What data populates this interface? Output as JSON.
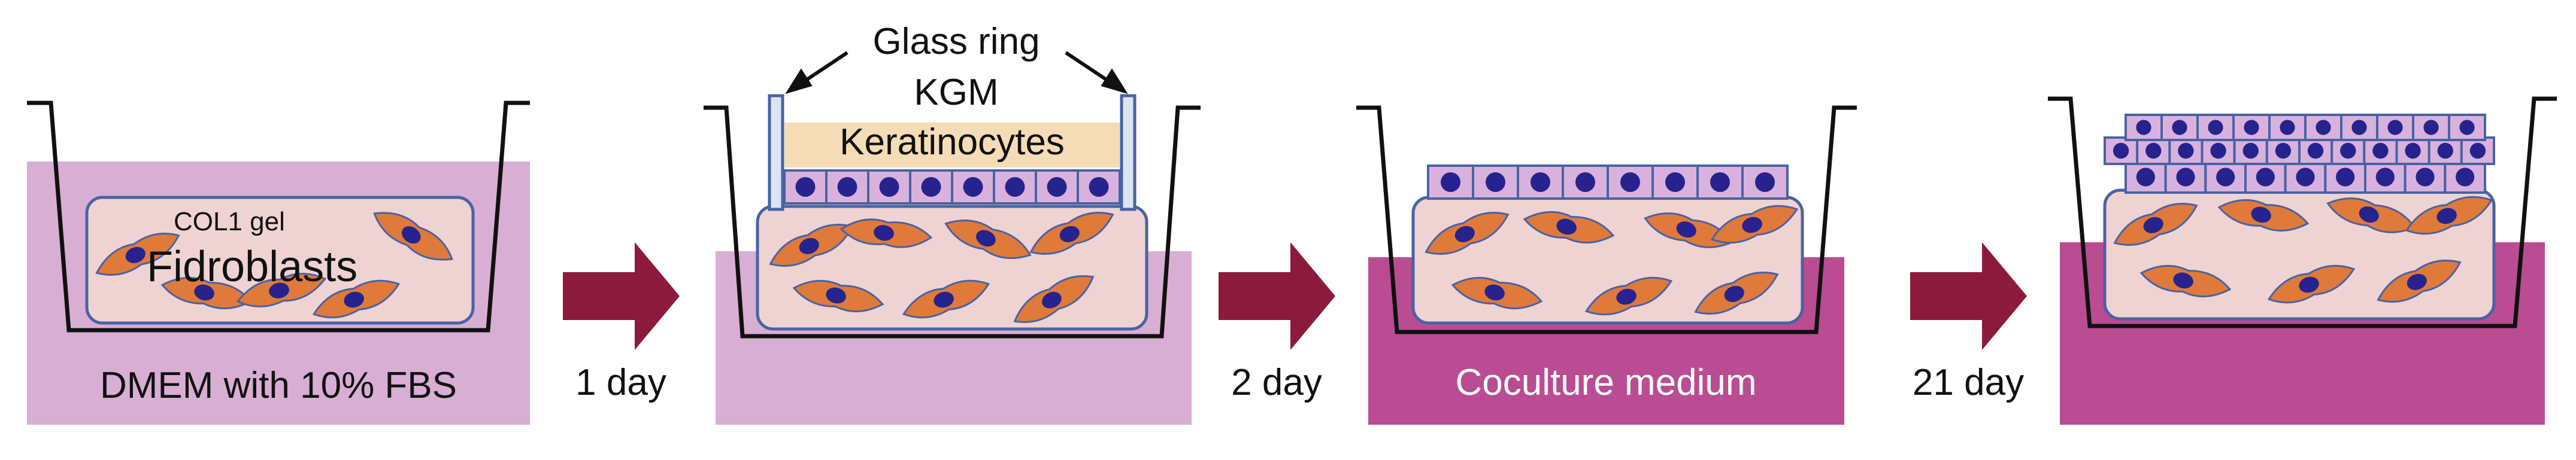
{
  "panels": [
    {
      "medium_color": "#d8aed4",
      "gel_label": "COL1 gel",
      "cell_label": "Fidroblasts",
      "medium_label": "DMEM with 10% FBS"
    },
    {
      "medium_color": "#d8aed4",
      "ring_label_line1": "Glass ring",
      "ring_label_line2": "KGM",
      "layer_label": "Keratinocytes"
    },
    {
      "medium_color": "#b94c93",
      "medium_label": "Coculture medium"
    },
    {
      "medium_color": "#b94c93"
    }
  ],
  "steps": [
    {
      "label": "1 day"
    },
    {
      "label": "2 day"
    },
    {
      "label": "21 day"
    }
  ],
  "colors": {
    "arrow": "#8b1a3c",
    "gel_fill": "#efd3d3",
    "gel_border": "#4a62a2",
    "fibroblast_body": "#e07a3a",
    "fibroblast_nucleus": "#27238e",
    "keratinocyte_fill": "#d8b2dd",
    "keratinocyte_nucleus": "#27238e",
    "kgm_fill": "#f4dcb6",
    "glass_ring": "#dde4f2",
    "well_line": "#111111"
  }
}
